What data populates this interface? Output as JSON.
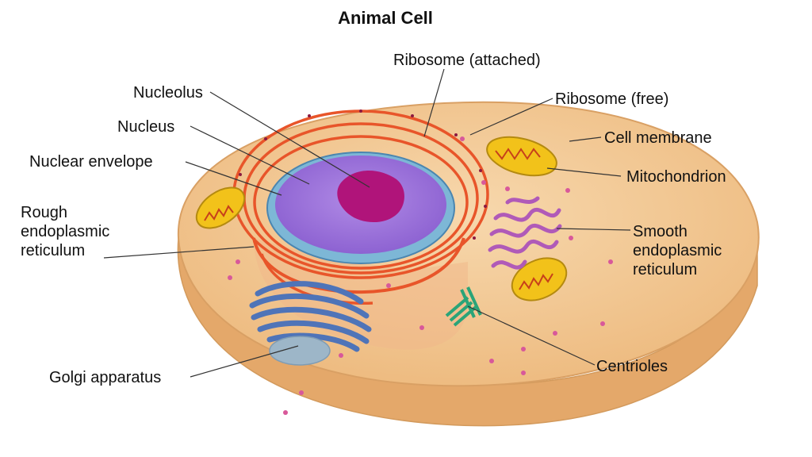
{
  "title": "Animal Cell",
  "labels": {
    "ribosome_attached": "Ribosome (attached)",
    "ribosome_free": "Ribosome (free)",
    "nucleolus": "Nucleolus",
    "nucleus": "Nucleus",
    "cell_membrane": "Cell membrane",
    "nuclear_envelope": "Nuclear envelope",
    "mitochondrion": "Mitochondrion",
    "rough_er": "Rough\nendoplasmic\nreticulum",
    "smooth_er": "Smooth\nendoplasmic\nreticulum",
    "golgi": "Golgi apparatus",
    "centrioles": "Centrioles"
  },
  "colors": {
    "cytoplasm": "#f2c58f",
    "membrane_edge": "#e0a868",
    "nucleus": "#9c6fd6",
    "nucleolus": "#b0147a",
    "rough_er": "#e8552a",
    "smooth_er": "#b05ab8",
    "golgi": "#4f74b8",
    "mitochondrion": "#f2c21a",
    "centrioles": "#3dbf8f",
    "ribosome": "#d8589a"
  }
}
